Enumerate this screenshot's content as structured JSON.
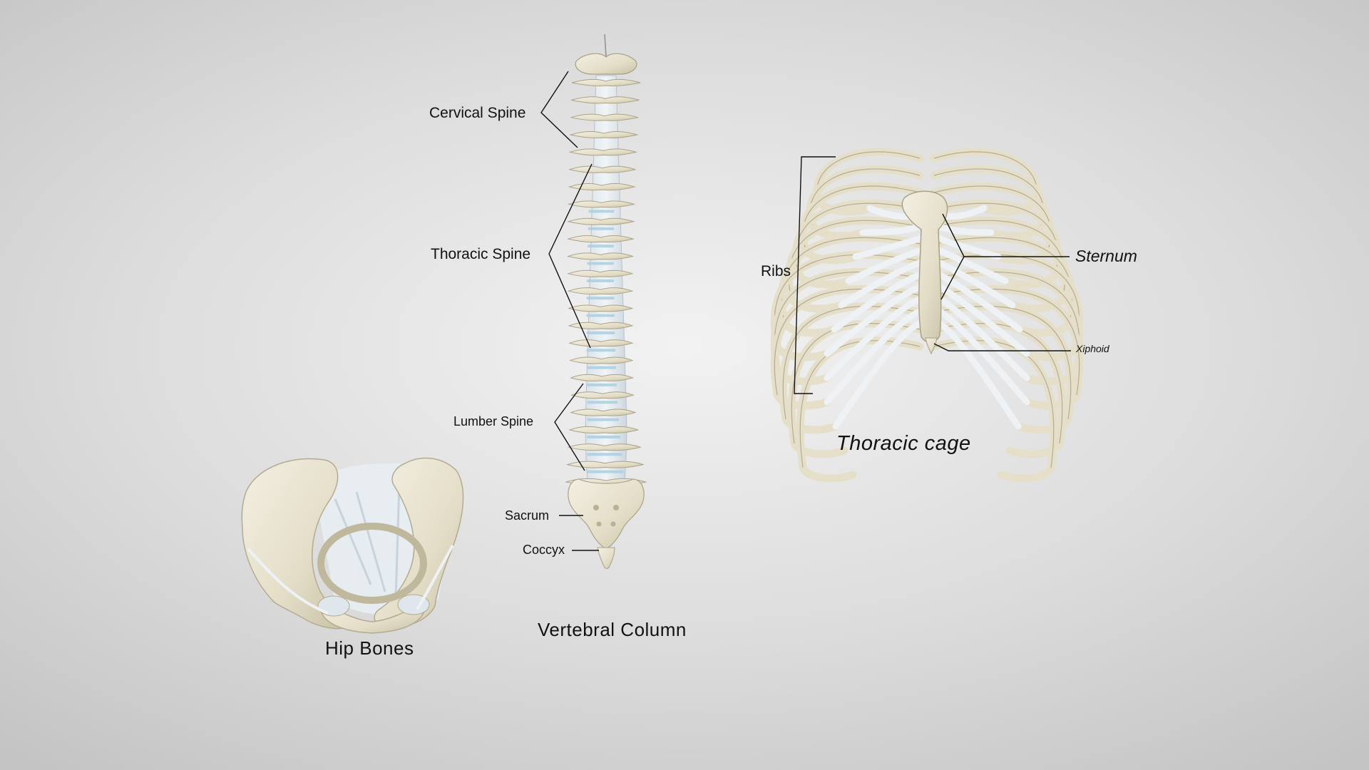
{
  "labels": {
    "cervical_spine": "Cervical Spine",
    "thoracic_spine": "Thoracic  Spine",
    "lumber_spine": "Lumber Spine",
    "sacrum": "Sacrum",
    "coccyx": "Coccyx",
    "ribs": "Ribs",
    "sternum": "Sternum",
    "xiphoid": "Xiphoid"
  },
  "captions": {
    "hip_bones": "Hip Bones",
    "vertebral_column": "Vertebral Column",
    "thoracic_cage": "Thoracic cage"
  },
  "colors": {
    "bone": "#e6e1cf",
    "bone_shadow": "#bdb59a",
    "cartilage": "#dfe8ef",
    "disc": "#a9cfe0",
    "line": "#111111",
    "background": "#dcdcdc"
  }
}
